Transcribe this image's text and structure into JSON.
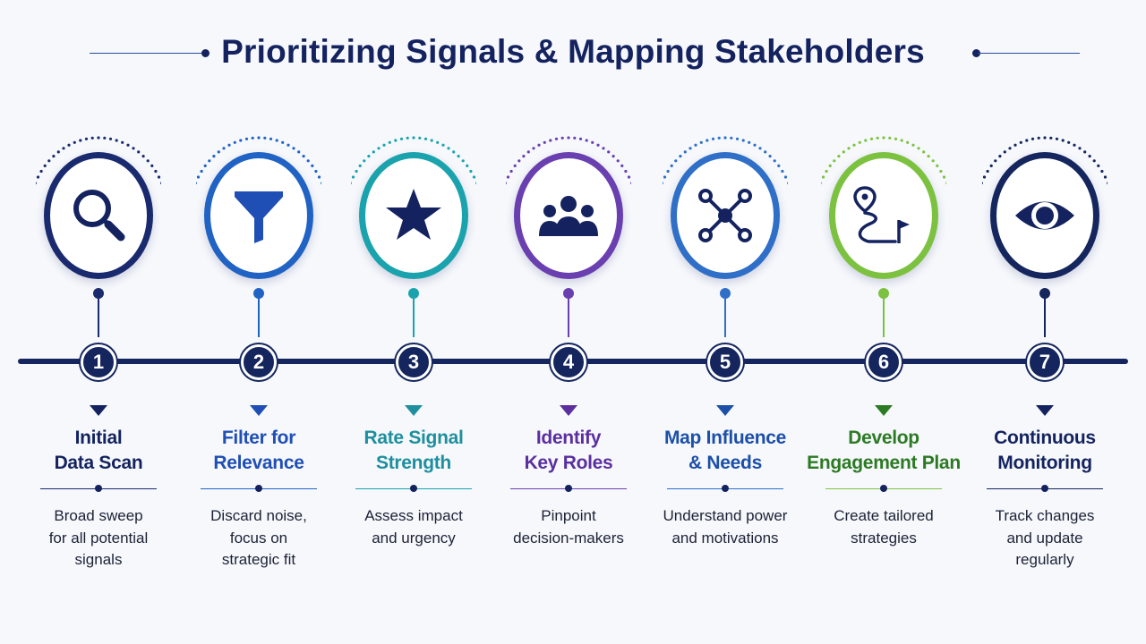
{
  "title": "Prioritizing Signals & Mapping Stakeholders",
  "steps": [
    {
      "number": "1",
      "title_line1": "Initial",
      "title_line2": "Data Scan",
      "desc_line1": "Broad sweep",
      "desc_line2": "for all potential",
      "desc_line3": "signals",
      "icon": "magnifying-glass-icon",
      "color": "#14235f",
      "ring_color": "#1a2a6e"
    },
    {
      "number": "2",
      "title_line1": "Filter for",
      "title_line2": "Relevance",
      "desc_line1": "Discard noise,",
      "desc_line2": "focus on",
      "desc_line3": "strategic fit",
      "icon": "funnel-icon",
      "color": "#1f4fb5",
      "ring_color": "#2163c4"
    },
    {
      "number": "3",
      "title_line1": "Rate Signal",
      "title_line2": "Strength",
      "desc_line1": "Assess impact",
      "desc_line2": "and urgency",
      "desc_line3": "",
      "icon": "star-icon",
      "color": "#1d8f9e",
      "ring_color": "#1aa3ad"
    },
    {
      "number": "4",
      "title_line1": "Identify",
      "title_line2": "Key Roles",
      "desc_line1": "Pinpoint",
      "desc_line2": "decision-makers",
      "desc_line3": "",
      "icon": "people-group-icon",
      "color": "#5b2f9e",
      "ring_color": "#6a3fb0"
    },
    {
      "number": "5",
      "title_line1": "Map Influence",
      "title_line2": "& Needs",
      "desc_line1": "Understand power",
      "desc_line2": "and motivations",
      "desc_line3": "",
      "icon": "network-icon",
      "color": "#1c4fa8",
      "ring_color": "#2f6fc8"
    },
    {
      "number": "6",
      "title_line1": "Develop",
      "title_line2": "Engagement Plan",
      "desc_line1": "Create tailored",
      "desc_line2": "strategies",
      "desc_line3": "",
      "icon": "route-flag-icon",
      "color": "#2c7a23",
      "ring_color": "#7cc240"
    },
    {
      "number": "7",
      "title_line1": "Continuous",
      "title_line2": "Monitoring",
      "desc_line1": "Track changes",
      "desc_line2": "and update",
      "desc_line3": "regularly",
      "icon": "eye-icon",
      "color": "#14235f",
      "ring_color": "#15265e"
    }
  ]
}
